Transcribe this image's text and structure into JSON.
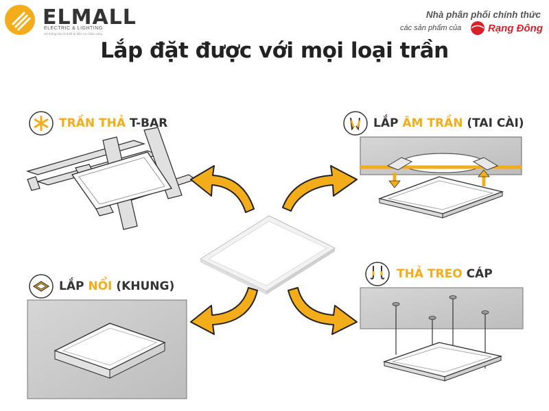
{
  "header": {
    "brand_name": "ELMALL",
    "brand_sub": "ELECTRIC & LIGHTING",
    "brand_tag": "Hệ thống bán lẻ thiết bị điện và chiếu sáng",
    "dist_title": "Nhà phân phối chính thức",
    "dist_sub": "các sản phẩm của",
    "partner_brand": "Rạng Đông"
  },
  "title": "Lắp đặt được với mọi loại trần",
  "labels": {
    "tbar": {
      "a": "TRẦN THẢ",
      "b": " T-BAR"
    },
    "recessed": {
      "a": "LẮP ",
      "b": "ÂM TRẦN",
      "c": " (TAI CÀI)"
    },
    "surface": {
      "a": "LẮP ",
      "b": "NỔI",
      "c": " (KHUNG)"
    },
    "cable": {
      "a": "THẢ TREO",
      "b": " CÁP"
    }
  },
  "colors": {
    "accent": "#f3ad1a",
    "text": "#333333",
    "brand_red": "#d7202a"
  },
  "icons": [
    "tbar-icon",
    "clip-icon",
    "frame-icon",
    "hook-icon"
  ]
}
